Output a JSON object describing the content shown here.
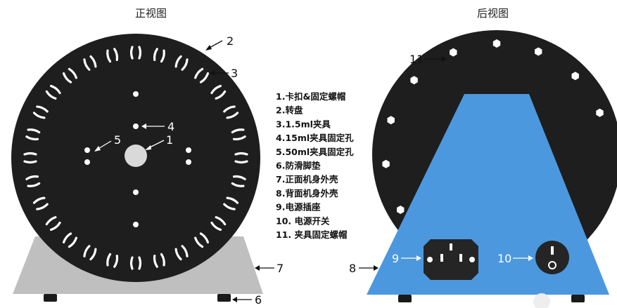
{
  "titles": {
    "front": "正视图",
    "back": "后视图"
  },
  "legend": [
    {
      "num": "1.",
      "text": "卡扣&固定螺帽"
    },
    {
      "num": "2.",
      "text": "转盘"
    },
    {
      "num": "3.",
      "text": "1.5ml夹具"
    },
    {
      "num": "4.",
      "text": "15ml夹具固定孔"
    },
    {
      "num": "5.",
      "text": "50ml夹具固定孔"
    },
    {
      "num": "6.",
      "text": "防滑脚垫"
    },
    {
      "num": "7.",
      "text": "正面机身外壳"
    },
    {
      "num": "8.",
      "text": "背面机身外壳"
    },
    {
      "num": "9.",
      "text": "电源插座"
    },
    {
      "num": "10.",
      "text": "电源开关"
    },
    {
      "num": "11.",
      "text": "夹具固定螺帽"
    }
  ],
  "callouts": {
    "c1": "1",
    "c2": "2",
    "c3": "3",
    "c4": "4",
    "c5": "5",
    "c6": "6",
    "c7": "7",
    "c8": "8",
    "c9": "9",
    "c10": "10",
    "c11": "11"
  },
  "colors": {
    "disc": "#1e1e1e",
    "front_base": "#bfbfbf",
    "back_body": "#4c98de",
    "feet": "#1a1a1a",
    "hub": "#d9d9d9"
  }
}
